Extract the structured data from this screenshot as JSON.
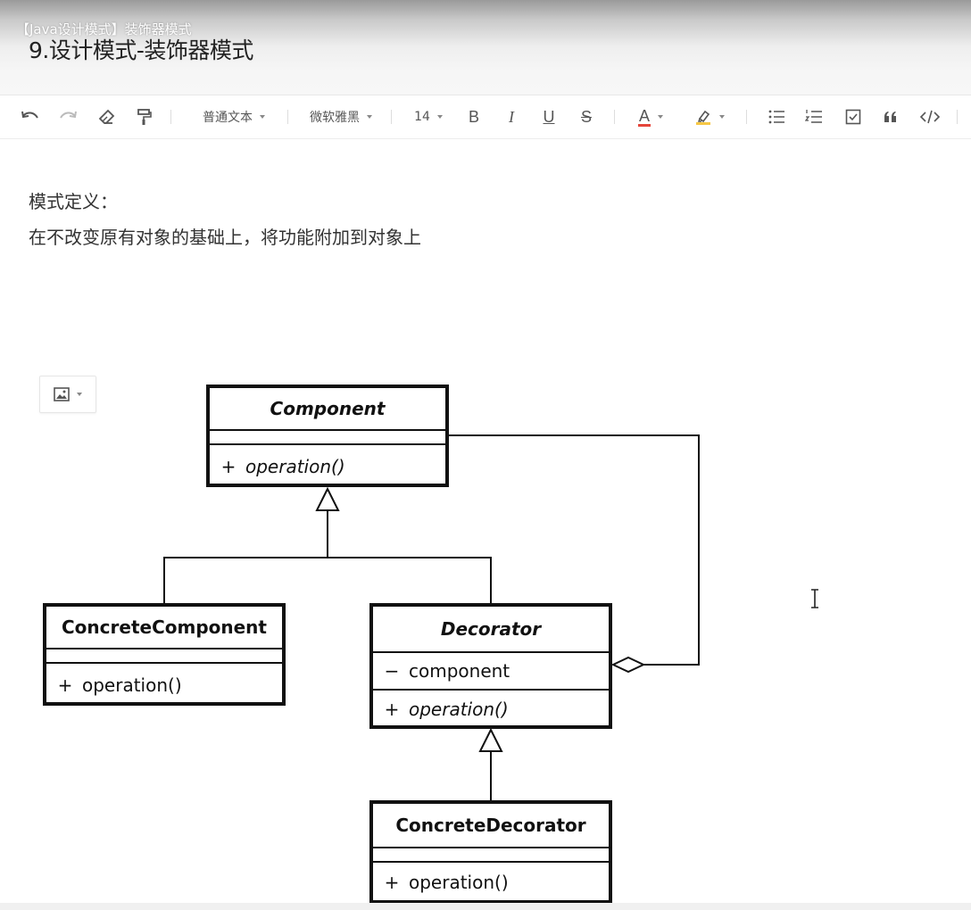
{
  "overlay": {
    "video_caption": "【Java设计模式】装饰器模式"
  },
  "document": {
    "title": "9.设计模式-装饰器模式",
    "paragraphs": [
      "模式定义：",
      "在不改变原有对象的基础上，将功能附加到对象上"
    ]
  },
  "toolbar": {
    "paragraph_style": "普通文本",
    "font_family": "微软雅黑",
    "font_size": "14",
    "bold": "B",
    "italic": "I",
    "underline": "U",
    "strikethrough": "S",
    "font_color": "A",
    "font_color_accent": "#e5453a",
    "highlight_accent": "#f6c744"
  },
  "diagram": {
    "component": {
      "name": "Component",
      "op_vis": "+",
      "op": "operation()"
    },
    "concrete_component": {
      "name": "ConcreteComponent",
      "op_vis": "+",
      "op": "operation()"
    },
    "decorator": {
      "name": "Decorator",
      "attr_vis": "−",
      "attr": "component",
      "op_vis": "+",
      "op": "operation()"
    },
    "concrete_decorator": {
      "name": "ConcreteDecorator",
      "op_vis": "+",
      "op": "operation()"
    }
  }
}
